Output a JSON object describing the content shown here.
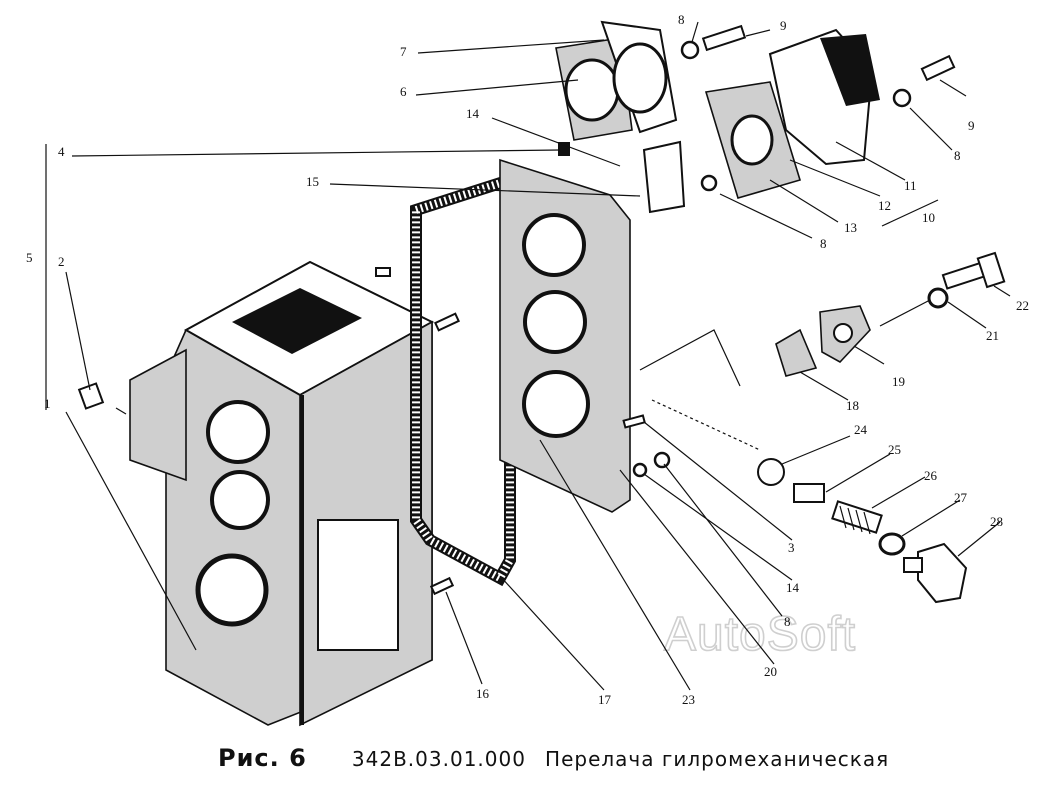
{
  "figure": {
    "label": "Рис. 6",
    "code": "342В.03.01.000",
    "title": "Перелача гилромеханическая"
  },
  "watermark": "AutoSoft",
  "callouts": [
    {
      "id": "c7",
      "text": "7"
    },
    {
      "id": "c8a",
      "text": "8"
    },
    {
      "id": "c9a",
      "text": "9"
    },
    {
      "id": "c6",
      "text": "6"
    },
    {
      "id": "c14a",
      "text": "14"
    },
    {
      "id": "c4",
      "text": "4"
    },
    {
      "id": "c9b",
      "text": "9"
    },
    {
      "id": "c8b",
      "text": "8"
    },
    {
      "id": "c11",
      "text": "11"
    },
    {
      "id": "c12",
      "text": "12"
    },
    {
      "id": "c10",
      "text": "10"
    },
    {
      "id": "c15",
      "text": "15"
    },
    {
      "id": "c13",
      "text": "13"
    },
    {
      "id": "c8c",
      "text": "8"
    },
    {
      "id": "c5",
      "text": "5"
    },
    {
      "id": "c2",
      "text": "2"
    },
    {
      "id": "c22",
      "text": "22"
    },
    {
      "id": "c21",
      "text": "21"
    },
    {
      "id": "c19",
      "text": "19"
    },
    {
      "id": "c18",
      "text": "18"
    },
    {
      "id": "c1",
      "text": "1"
    },
    {
      "id": "c24",
      "text": "24"
    },
    {
      "id": "c25",
      "text": "25"
    },
    {
      "id": "c26",
      "text": "26"
    },
    {
      "id": "c27",
      "text": "27"
    },
    {
      "id": "c28",
      "text": "28"
    },
    {
      "id": "c3",
      "text": "3"
    },
    {
      "id": "c14b",
      "text": "14"
    },
    {
      "id": "c8d",
      "text": "8"
    },
    {
      "id": "c20",
      "text": "20"
    },
    {
      "id": "c16",
      "text": "16"
    },
    {
      "id": "c17",
      "text": "17"
    },
    {
      "id": "c23",
      "text": "23"
    }
  ]
}
